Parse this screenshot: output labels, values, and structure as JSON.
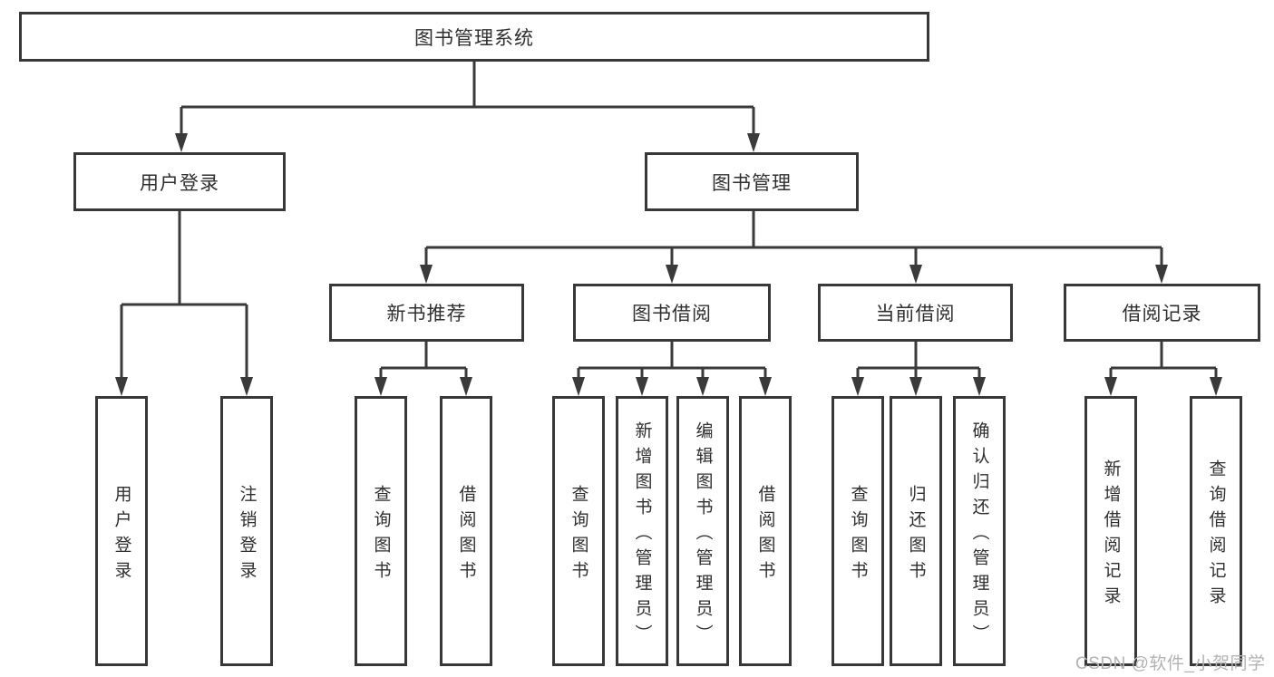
{
  "diagram": {
    "root": {
      "label": "图书管理系统"
    },
    "user_login": {
      "label": "用户登录",
      "children": [
        {
          "label": "用户登录"
        },
        {
          "label": "注销登录"
        }
      ]
    },
    "book_mgmt": {
      "label": "图书管理",
      "children": [
        {
          "label": "新书推荐",
          "children": [
            {
              "label": "查询图书"
            },
            {
              "label": "借阅图书"
            }
          ]
        },
        {
          "label": "图书借阅",
          "children": [
            {
              "label": "查询图书"
            },
            {
              "label": "新增图书（管理员）"
            },
            {
              "label": "编辑图书（管理员）"
            },
            {
              "label": "借阅图书"
            }
          ]
        },
        {
          "label": "当前借阅",
          "children": [
            {
              "label": "查询图书"
            },
            {
              "label": "归还图书"
            },
            {
              "label": "确认归还（管理员）"
            }
          ]
        },
        {
          "label": "借阅记录",
          "children": [
            {
              "label": "新增借阅记录"
            },
            {
              "label": "查询借阅记录"
            }
          ]
        }
      ]
    },
    "watermark": "CSDN @软件_小贺同学",
    "colors": {
      "line": "#3a3a3a",
      "border": "#383838",
      "text": "#2f2f2f",
      "watermark_text": "#b3b3b3",
      "background": "#ffffff"
    }
  }
}
